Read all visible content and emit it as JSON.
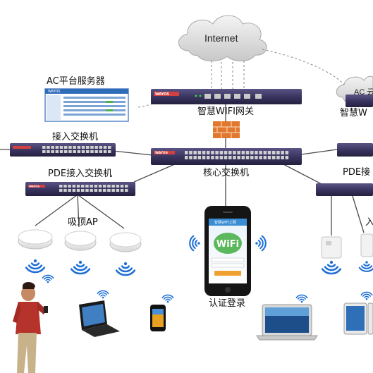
{
  "labels": {
    "internet": "Internet",
    "ac_cloud": "AC 云",
    "ac_server": "AC平台服务器",
    "wifi_gateway": "智慧WIFI网关",
    "wifi_gateway_right": "智慧W",
    "access_switch": "接入交换机",
    "core_switch": "核心交换机",
    "pde_switch_left": "PDE接入交换机",
    "pde_switch_right": "PDE接",
    "ceiling_ap": "吸顶AP",
    "right_ap": "入",
    "auth_login": "认证登录"
  },
  "device_brand": "WAYOS",
  "phone_screen": {
    "logo": "WiFi",
    "caption": "智慧WIFI上网"
  },
  "colors": {
    "switch_body": "#3a3560",
    "wire": "#4a4a4a",
    "wifi_wave": "#1e6fd6",
    "phone_header": "#3a8dd4"
  }
}
